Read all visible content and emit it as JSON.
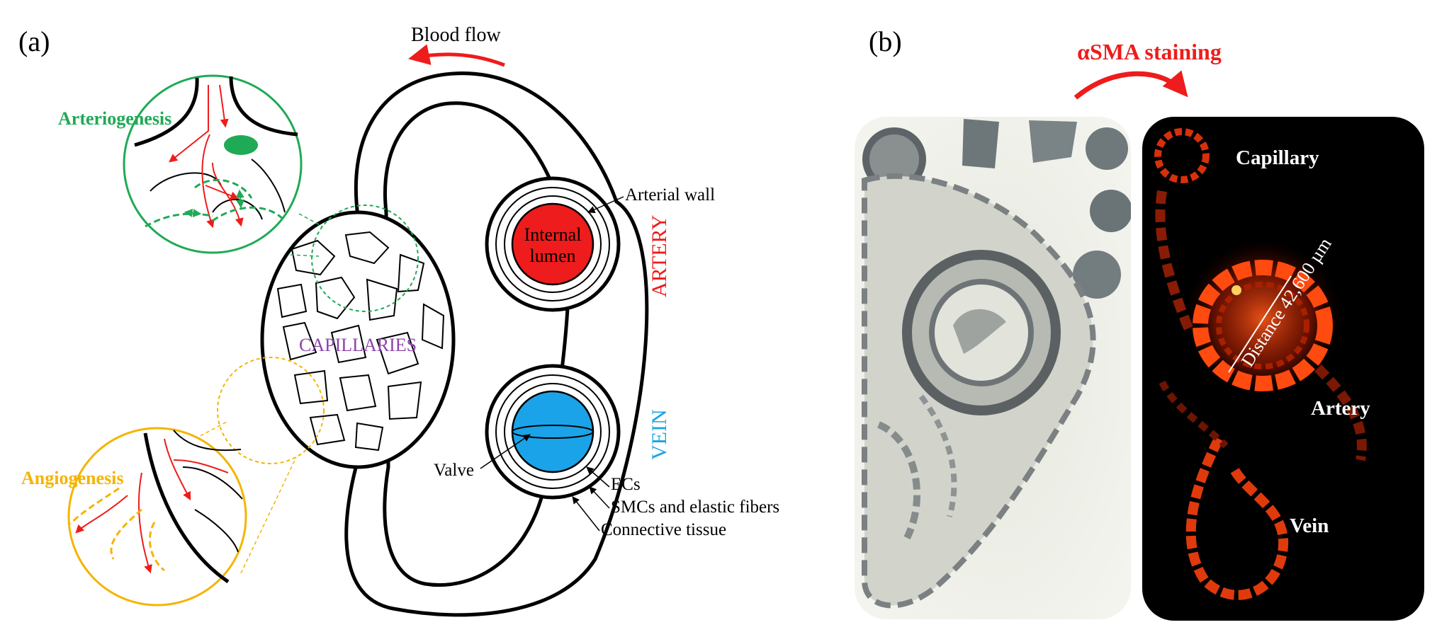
{
  "panel_a": {
    "label": "(a)",
    "blood_flow": "Blood flow",
    "capillaries": "CAPILLARIES",
    "arteriogenesis": "Arteriogenesis",
    "angiogenesis": "Angiogenesis",
    "arterial_wall": "Arterial wall",
    "internal_lumen_line1": "Internal",
    "internal_lumen_line2": "lumen",
    "artery": "ARTERY",
    "vein": "VEIN",
    "valve": "Valve",
    "ecs": "ECs",
    "smcs": "SMCs and elastic fibers",
    "connective": "Connective tissue"
  },
  "panel_b": {
    "label": "(b)",
    "staining": "αSMA staining",
    "capillary": "Capillary",
    "artery": "Artery",
    "vein": "Vein",
    "distance": "Distance 42,600 µm"
  },
  "colors": {
    "red": "#ee1c1c",
    "blue": "#1aa3e8",
    "green": "#1faa55",
    "gold": "#f5b400",
    "purple": "#8e44ad",
    "black": "#000000"
  }
}
